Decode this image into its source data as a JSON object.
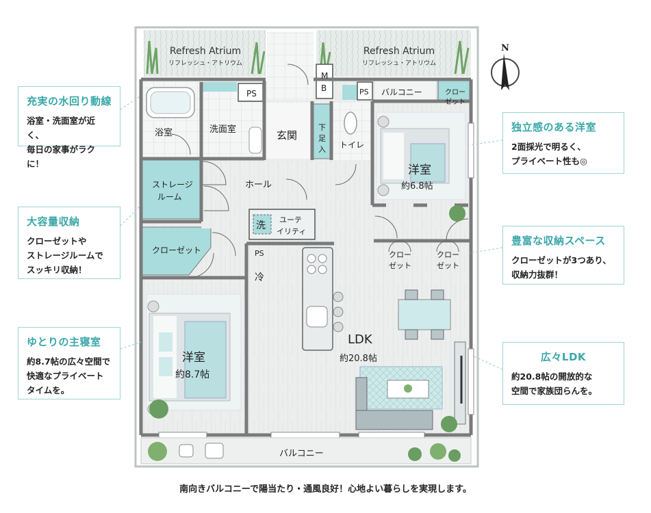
{
  "atrium_left": {
    "title": "Refresh Atrium",
    "sub": "リフレッシュ・アトリウム"
  },
  "atrium_right": {
    "title": "Refresh Atrium",
    "sub": "リフレッシュ・アトリウム"
  },
  "compass": {
    "label": "N"
  },
  "rooms": {
    "bath": "浴室",
    "washroom": "洗面室",
    "entrance": "玄関",
    "shoe1": "下",
    "shoe2": "足",
    "shoe3": "入",
    "toilet": "トイレ",
    "ps1": "PS",
    "ps2": "PS",
    "ps3": "PS",
    "mb1": "M",
    "mb2": "B",
    "balcony_top": "バルコニー",
    "closet_top1": "クロー",
    "closet_top2": "ゼット",
    "western_room_right": "洋室",
    "western_room_right_size": "約6.8帖",
    "storage1": "ストレージ",
    "storage2": "ルーム",
    "hall": "ホール",
    "wash_sym": "洗",
    "utility1": "ユーテ",
    "utility2": "イリティ",
    "closet_left": "クローゼット",
    "closet_mid1": "クロー",
    "closet_mid2": "ゼット",
    "closet_mid3": "クロー",
    "closet_mid4": "ゼット",
    "fridge": "冷",
    "western_room_left": "洋室",
    "western_room_left_size": "約8.7帖",
    "ldk": "LDK",
    "ldk_size": "約20.8帖",
    "balcony_bottom": "バルコニー"
  },
  "callouts": [
    {
      "title": "充実の水回り動線",
      "body": "浴室・洗面室が近く、\n毎日の家事がラクに！"
    },
    {
      "title": "大容量収納",
      "body": "クローゼットや\nストレージルームで\nスッキリ収納！"
    },
    {
      "title": "ゆとりの主寝室",
      "body": "約8.7帖の広々空間で\n快適なプライベート\nタイムを。"
    },
    {
      "title": "独立感のある洋室",
      "body": "2面採光で明るく、\nプライベート性も◎"
    },
    {
      "title": "豊富な収納スペース",
      "body": "クローゼットが3つあり、\n収納力抜群！"
    },
    {
      "title": "広々LDK",
      "body": "約20.8帖の開放的な\n空間で家族団らんを。"
    }
  ],
  "caption": "南向きバルコニーで陽当たり・通風良好！心地よい暮らしを実現します。",
  "colors": {
    "wall": "#8a8a8a",
    "floor": "#eeefef",
    "teal": "#a9dcdc",
    "tealdark": "#3aa7a9",
    "green": "#5f9a5a"
  }
}
